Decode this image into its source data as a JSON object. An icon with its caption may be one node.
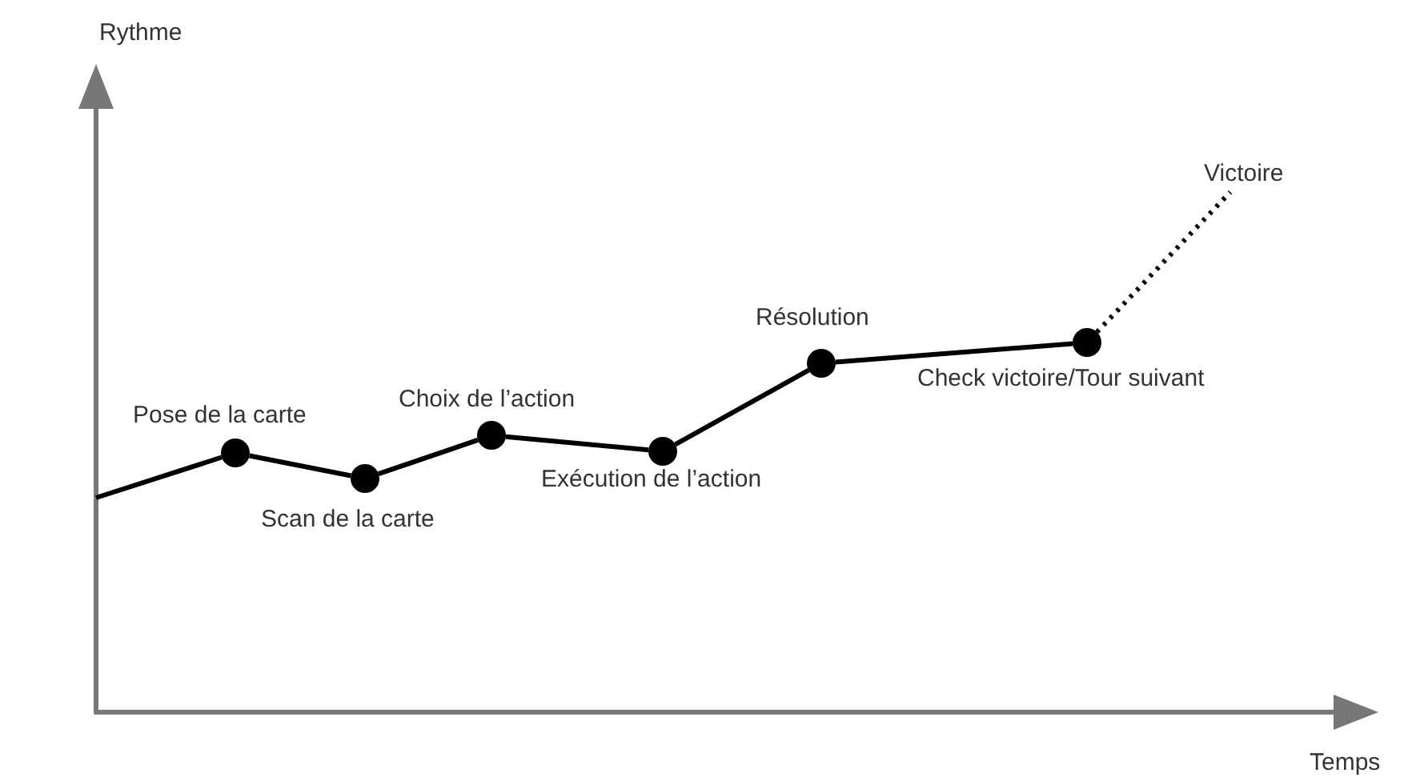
{
  "diagram": {
    "nodes": [
      {
        "text": [],
        "shape": "circle",
        "beside": [
          "Pose de la carte"
        ]
      },
      {
        "text": [],
        "shape": "circle",
        "beside": [
          "Scan de la carte"
        ]
      },
      {
        "text": [],
        "shape": "circle",
        "beside": [
          "Choix de l’action"
        ]
      },
      {
        "text": [],
        "shape": "circle",
        "beside": [
          "Exécution de l’action"
        ]
      },
      {
        "text": [],
        "shape": "circle",
        "beside": [
          "Résolution"
        ]
      },
      {
        "text": [],
        "shape": "circle",
        "beside": [
          "Check victoire/Tour suivant"
        ]
      },
      {
        "text": [
          "Victoire"
        ]
      }
    ],
    "edges": [
      {
        "from": null,
        "to": 0,
        "arrow": "none"
      },
      {
        "from": 0,
        "to": 1,
        "arrow": "none"
      },
      {
        "from": 1,
        "to": 2,
        "arrow": "none"
      },
      {
        "from": 2,
        "to": 3,
        "arrow": "none"
      },
      {
        "from": 3,
        "to": 4,
        "arrow": "none"
      },
      {
        "from": 4,
        "to": 5,
        "arrow": "none"
      },
      {
        "from": 5,
        "to": 6,
        "arrow": "none",
        "style": "dashed"
      }
    ],
    "labels": [
      "Rythme",
      "Temps"
    ]
  }
}
